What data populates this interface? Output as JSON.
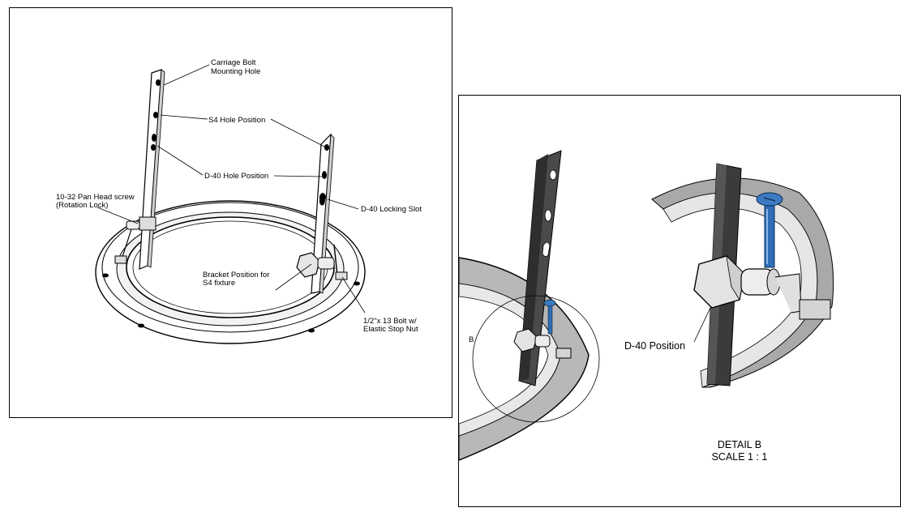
{
  "left_figure": {
    "callouts": {
      "carriage_bolt": [
        "Carriage Bolt",
        "Mounting Hole"
      ],
      "s4_hole": "S4 Hole Position",
      "d40_hole": "D-40 Hole Position",
      "d40_slot": "D-40 Locking Slot",
      "pan_head": [
        "10-32 Pan Head screw",
        "(Rotation Lock)"
      ],
      "bracket_position": [
        "Bracket Position for",
        "S4 fixture"
      ],
      "bolt_nut": [
        "1/2\"x 13  Bolt w/",
        "Elastic Stop Nut"
      ]
    }
  },
  "right_figure": {
    "section_letter": "B",
    "position_label": "D-40 Position",
    "detail_title": "DETAIL B",
    "detail_scale": "SCALE 1 : 1",
    "screw_color": "#2f6db5"
  }
}
